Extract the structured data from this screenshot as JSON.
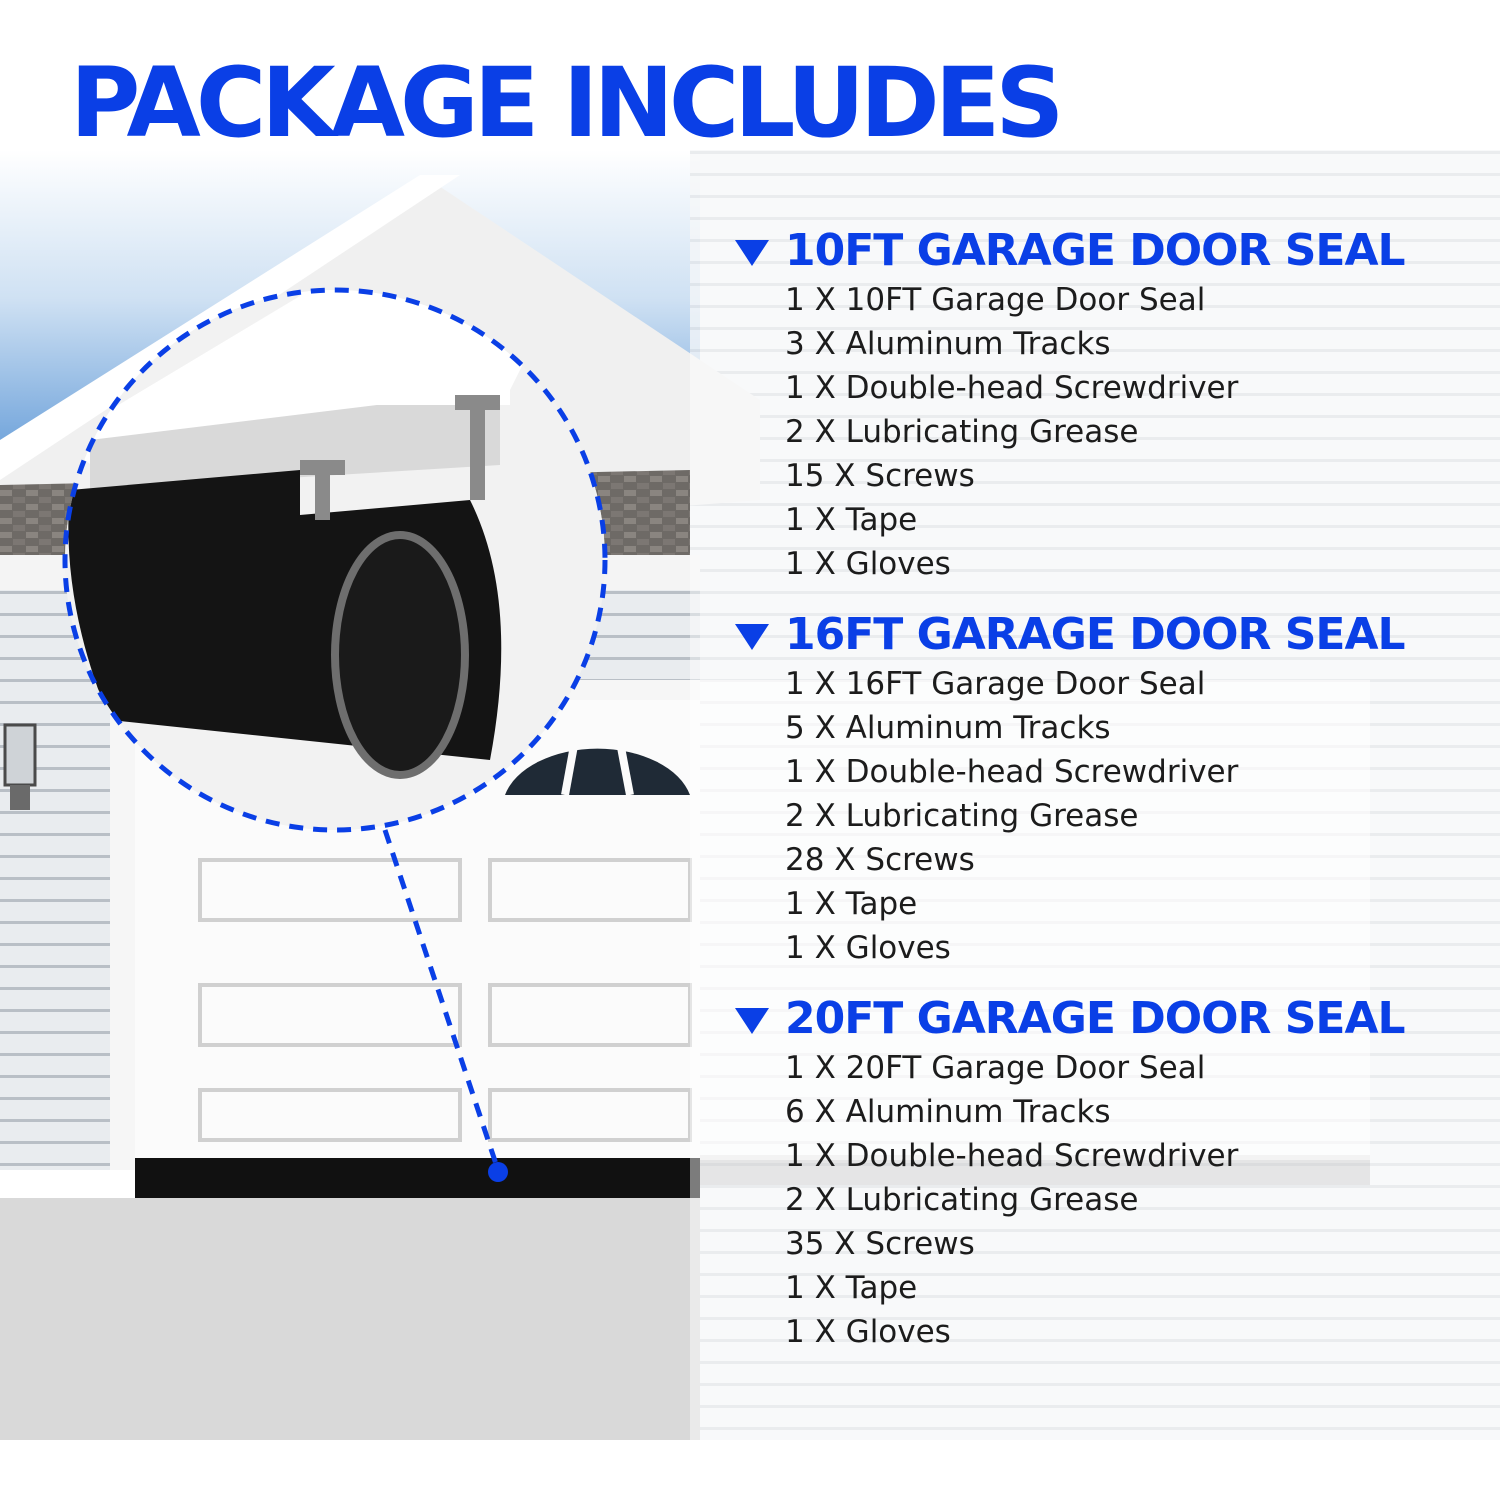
{
  "title": "PACKAGE INCLUDES",
  "packages": [
    {
      "name": "10FT GARAGE DOOR SEAL",
      "items": [
        "1 X 10FT Garage Door Seal",
        "3 X Aluminum Tracks",
        "1 X Double-head Screwdriver",
        "2 X Lubricating Grease",
        "15 X Screws",
        "1 X Tape",
        "1 X Gloves"
      ]
    },
    {
      "name": "16FT GARAGE DOOR SEAL",
      "items": [
        "1 X 16FT Garage Door Seal",
        "5 X Aluminum Tracks",
        "1 X Double-head Screwdriver",
        "2 X Lubricating Grease",
        "28 X Screws",
        "1 X Tape",
        "1 X Gloves"
      ]
    },
    {
      "name": "20FT GARAGE DOOR SEAL",
      "items": [
        "1 X 20FT Garage Door Seal",
        "6 X Aluminum Tracks",
        "1 X Double-head Screwdriver",
        "2 X Lubricating Grease",
        "35 X Screws",
        "1 X Tape",
        "1 X Gloves"
      ]
    }
  ],
  "colors": {
    "accent": "#0a3fe6",
    "text": "#1c1c1c",
    "seal": "#111111"
  },
  "icons": [
    "triangle-down-icon"
  ]
}
